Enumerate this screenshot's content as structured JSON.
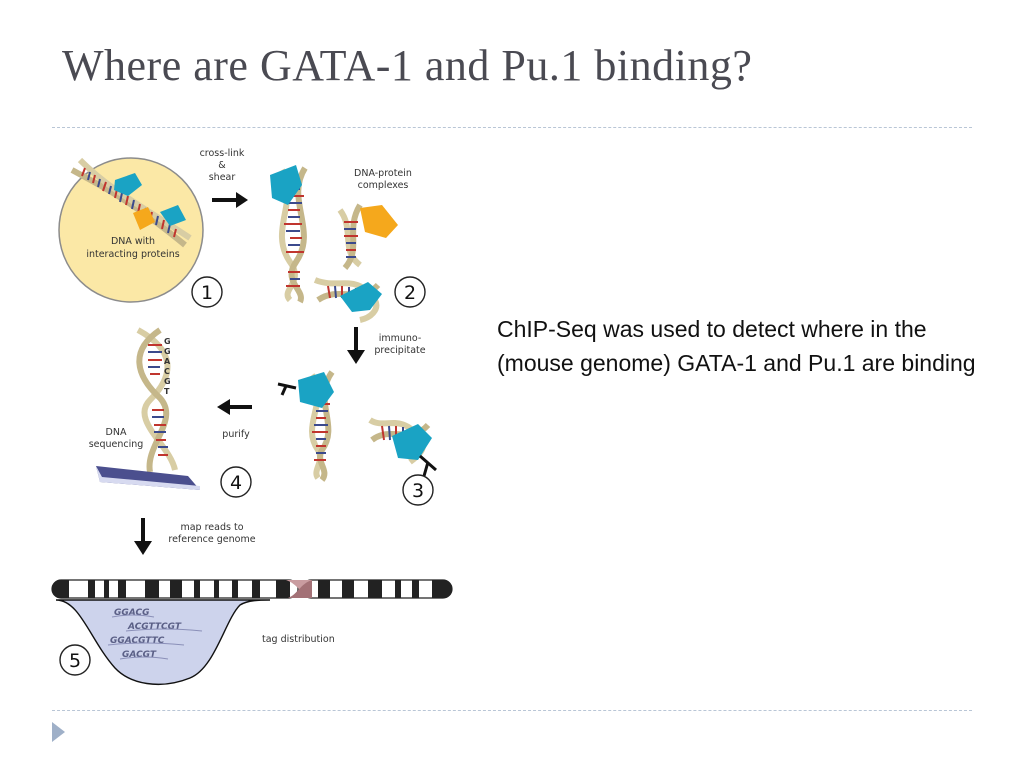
{
  "slide": {
    "title": "Where are GATA-1 and Pu.1 binding?",
    "body": "ChIP-Seq was used to detect where in the (mouse genome) GATA-1 and Pu.1 are binding"
  },
  "diagram": {
    "labels": {
      "dna_with": "DNA with",
      "interacting_proteins": "interacting proteins",
      "crosslink": "cross-link",
      "amp": "&",
      "shear": "shear",
      "complexes_1": "DNA-protein",
      "complexes_2": "complexes",
      "immuno_1": "immuno-",
      "immuno_2": "precipitate",
      "purify": "purify",
      "sequencing_1": "DNA",
      "sequencing_2": "sequencing",
      "map_1": "map reads to",
      "map_2": "reference genome",
      "tag_distribution": "tag distribution"
    },
    "steps": [
      "1",
      "2",
      "3",
      "4",
      "5"
    ],
    "sequence_letters": [
      "G",
      "G",
      "A",
      "C",
      "G",
      "T"
    ],
    "reads": [
      "GGACG",
      "ACGTTCGT",
      "GGACGTTC",
      "GACGT"
    ],
    "colors": {
      "protein_teal": "#1aa3c4",
      "protein_orange": "#f5a81c",
      "nucleus_fill": "#fbe8a6",
      "tag_fill": "#cdd3ec",
      "accent_blue": "#9fb0c8"
    }
  }
}
